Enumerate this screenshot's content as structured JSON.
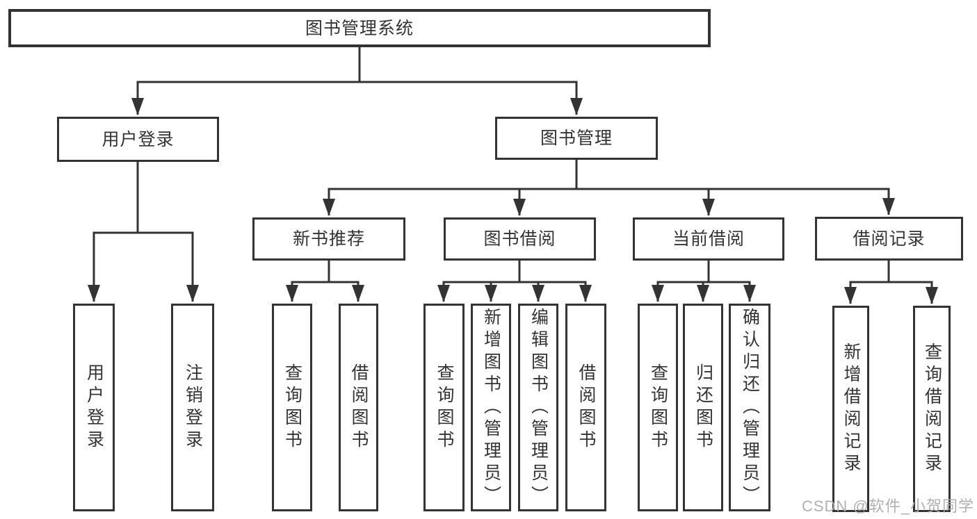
{
  "diagram": {
    "root": {
      "label": "图书管理系统"
    },
    "branches": {
      "user_login": {
        "label": "用户登录"
      },
      "book_mgmt": {
        "label": "图书管理"
      }
    },
    "modules": {
      "new_books": {
        "label": "新书推荐"
      },
      "book_borrow": {
        "label": "图书借阅"
      },
      "current_borrow": {
        "label": "当前借阅"
      },
      "borrow_records": {
        "label": "借阅记录"
      }
    },
    "leaves": {
      "user_login": {
        "label": "用户登录"
      },
      "logout": {
        "label": "注销登录"
      },
      "nb_query": {
        "label": "查询图书"
      },
      "nb_borrow": {
        "label": "借阅图书"
      },
      "bb_query": {
        "label": "查询图书"
      },
      "bb_add": {
        "label": "新增图书（管理员）"
      },
      "bb_edit": {
        "label": "编辑图书（管理员）"
      },
      "bb_borrow": {
        "label": "借阅图书"
      },
      "cb_query": {
        "label": "查询图书"
      },
      "cb_return": {
        "label": "归还图书"
      },
      "cb_confirm": {
        "label": "确认归还（管理员）"
      },
      "br_add": {
        "label": "新增借阅记录"
      },
      "br_query": {
        "label": "查询借阅记录"
      }
    },
    "line_color": "#333333"
  },
  "watermark": {
    "text": "CSDN @软件_小贺同学"
  }
}
